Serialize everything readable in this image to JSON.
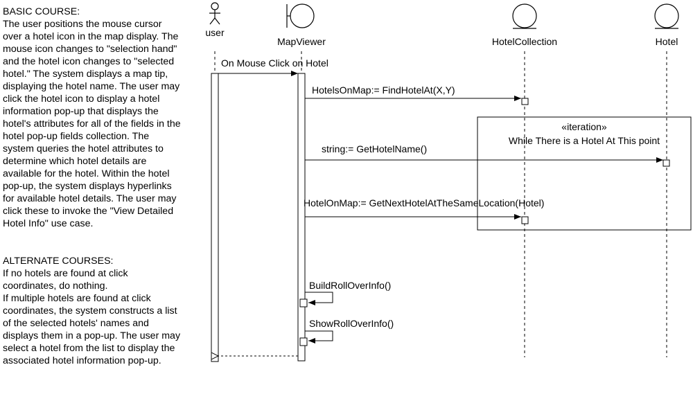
{
  "basic_course": {
    "heading": "BASIC COURSE:",
    "text": "The user positions the mouse cursor over a hotel icon in the map display. The mouse icon changes to \"selection hand\" and the hotel icon changes to \"selected hotel.\" The system displays a map tip, displaying the hotel name. The user may click the hotel icon to display a hotel information pop-up that displays the hotel's attributes for all of the fields in the hotel pop-up fields collection. The system queries the hotel attributes to determine which hotel details are available for the hotel. Within the hotel pop-up, the system displays hyperlinks for available hotel details. The user may click these to invoke the \"View Detailed Hotel Info\" use case."
  },
  "alternate_courses": {
    "heading": "ALTERNATE COURSES:",
    "items": [
      "If no hotels are found at click coordinates, do nothing.",
      "If multiple hotels are found at click coordinates, the system constructs a list of the selected hotels' names and displays them in a pop-up. The user may select a hotel from the list to display the associated hotel information pop-up."
    ]
  },
  "lifelines": {
    "user": "user",
    "mapviewer": "MapViewer",
    "hotelcollection": "HotelCollection",
    "hotel": "Hotel"
  },
  "messages": {
    "m1": "On Mouse Click on Hotel",
    "m2": "HotelsOnMap:= FindHotelAt(X,Y)",
    "m3": "string:= GetHotelName()",
    "m4": "HotelOnMap:= GetNextHotelAtTheSameLocation(Hotel)",
    "m5": "BuildRollOverInfo()",
    "m6": "ShowRollOverInfo()"
  },
  "iteration_frame": {
    "stereotype": "«iteration»",
    "condition": "While There is a Hotel At This point"
  }
}
